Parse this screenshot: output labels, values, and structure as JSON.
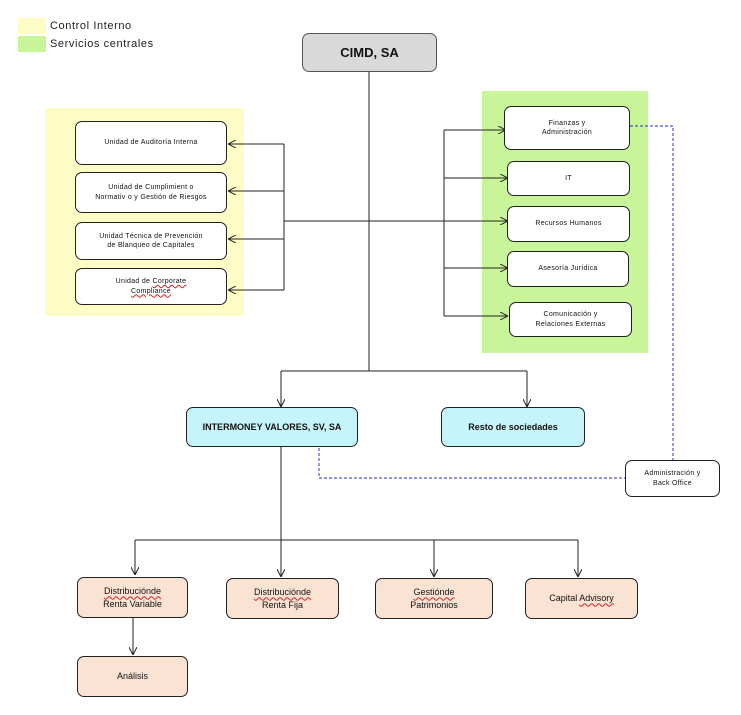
{
  "legend": [
    {
      "label": "Control   Interno",
      "color": "#fffdc6"
    },
    {
      "label": "Servicios    centrales",
      "color": "#c8f59a"
    }
  ],
  "colors": {
    "control_interno": "#fffdc6",
    "servicios_centrales": "#c8f59a",
    "root": "#d9d9d9",
    "cyan": "#c5f5fa",
    "peach": "#fbe3d3",
    "line": "#222222",
    "dashed": "#2b2fc2"
  },
  "root": {
    "label": "CIMD,  SA"
  },
  "control_interno_units": [
    {
      "lines": [
        "Unidad   de  Auditoría   Interna"
      ]
    },
    {
      "lines": [
        "Unidad   de  Cumplimient o",
        "Normativ o    y Gestión   de  Riesgos"
      ]
    },
    {
      "lines": [
        "Unidad   Técnica    de Prevención",
        "de  Blanqueo  de Capitales"
      ]
    },
    {
      "lines": [
        "Unidad    de",
        "Corporate",
        "Compliance"
      ]
    }
  ],
  "servicios_centrales_units": [
    {
      "lines": [
        "Finanzas     y",
        "Administración"
      ]
    },
    {
      "lines": [
        "IT"
      ]
    },
    {
      "lines": [
        "Recursos    Humanos"
      ]
    },
    {
      "lines": [
        "Asesoría    Jurídica"
      ]
    },
    {
      "lines": [
        "Comunicación     y",
        "Relaciones    Externas"
      ]
    }
  ],
  "subsidiaries": {
    "intermoney": "INTERMONEY  VALORES,  SV, SA",
    "resto": "Resto  de  sociedades"
  },
  "admin_back_office": {
    "lines": [
      "Administración    y",
      "Back   Office"
    ]
  },
  "business_units": [
    {
      "word": "Distribuciónde",
      "rest": "Renta   Variable"
    },
    {
      "word": "Distribuciónde",
      "rest": "Renta  Fija"
    },
    {
      "word": "Gestiónde",
      "rest": "Patrimonios"
    },
    {
      "prefix": "Capital",
      "word": "Advisory"
    }
  ],
  "analysis": {
    "label": "Análisis"
  }
}
